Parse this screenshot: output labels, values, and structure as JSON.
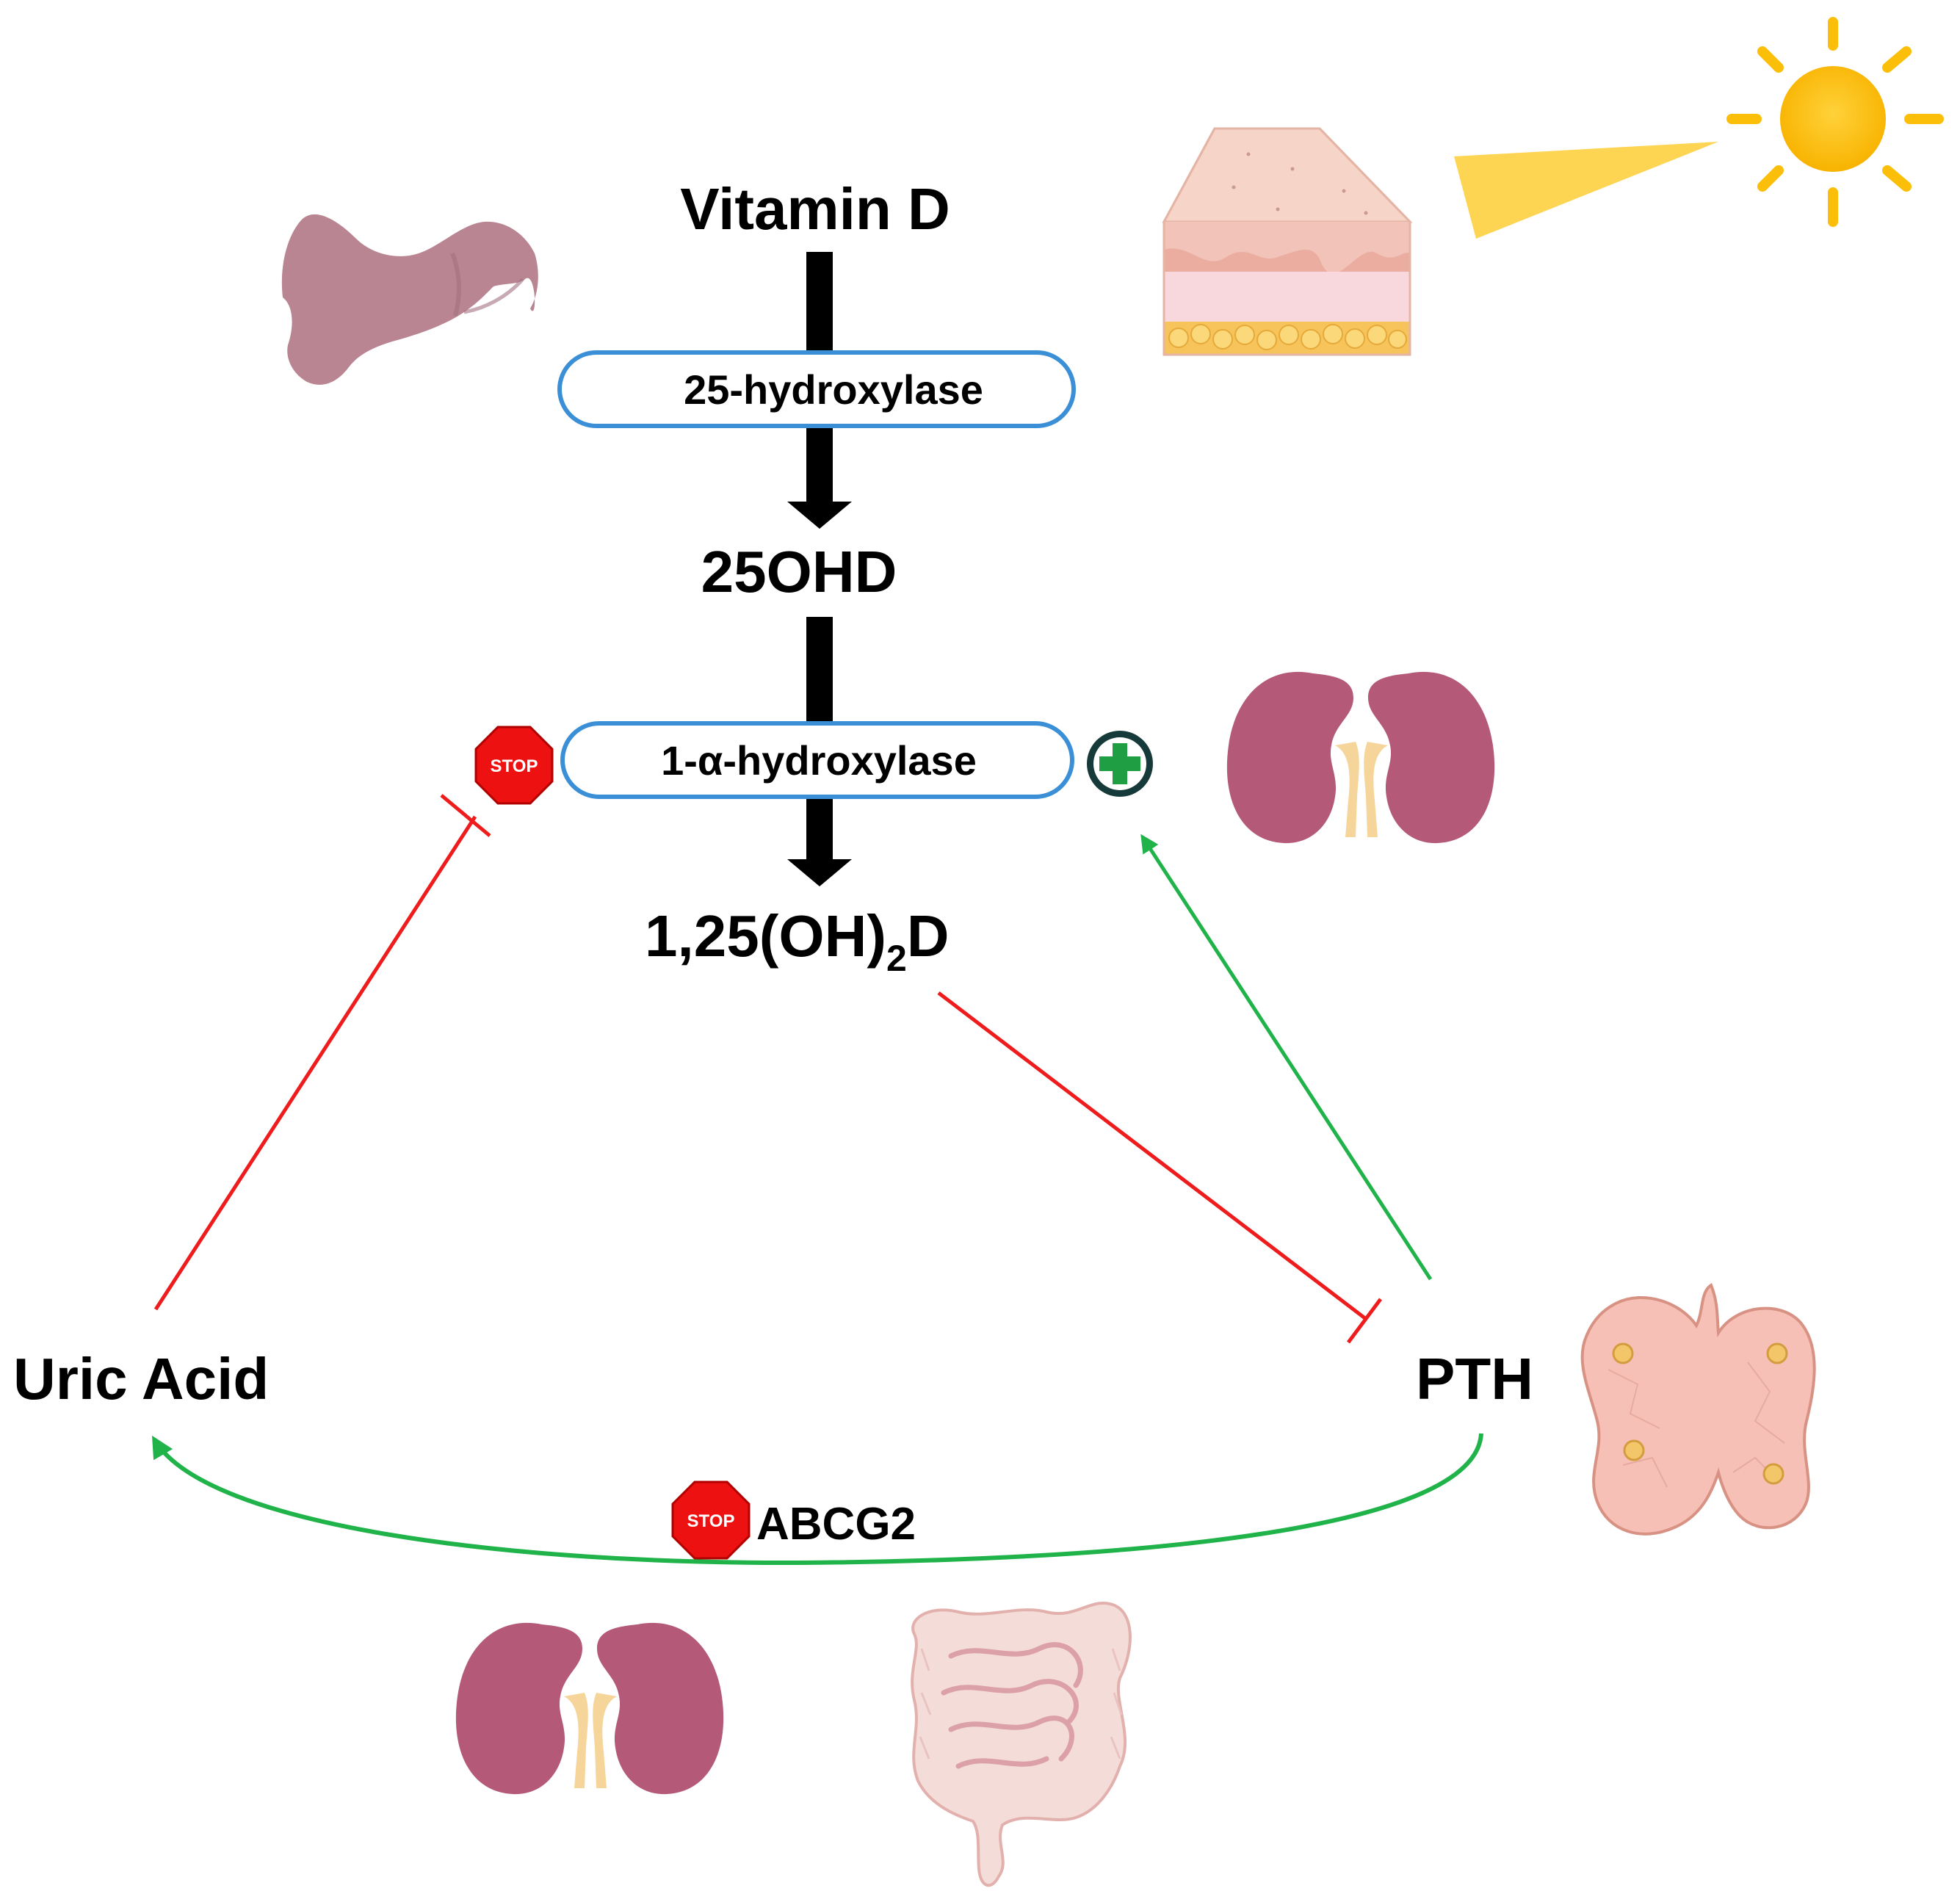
{
  "labels": {
    "vitamin_d": "Vitamin D",
    "ohd25": "25OHD",
    "calcitriol_main": "1,25(OH)",
    "calcitriol_sub": "2",
    "calcitriol_end": "D",
    "uric_acid": "Uric Acid",
    "pth": "PTH",
    "abcg2": "ABCG2"
  },
  "enzymes": {
    "hydroxylase_25": "25-hydroxylase",
    "hydroxylase_1a": "1-α-hydroxylase"
  },
  "stop_signs": {
    "sign_text": "STOP"
  },
  "colors": {
    "pathway_arrow": "#000000",
    "enzyme_outline": "#3a8fd6",
    "inhibition": "#ee1c1c",
    "activation": "#20b34a",
    "stop_sign": "#ee1111",
    "plus_badge": "#1f9e43",
    "sun": "#fbbf0a",
    "kidney": "#b45a78",
    "liver": "#b98592",
    "parathyroid": "#f6c0b6",
    "intestine": "#f0cdd0"
  },
  "icons": [
    "sun-icon",
    "skin-icon",
    "liver-icon",
    "kidney-icon",
    "parathyroid-icon",
    "intestine-icon",
    "stop-icon",
    "plus-icon"
  ]
}
